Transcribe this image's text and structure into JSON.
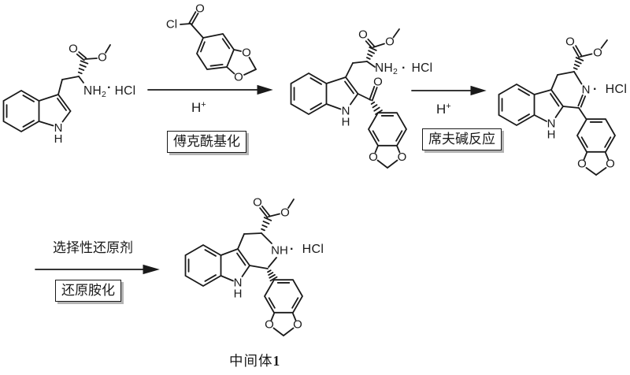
{
  "colors": {
    "ink": "#1a1a1a",
    "background": "#ffffff",
    "box_shadow": "#b4b4b4"
  },
  "atoms": {
    "oxygen": "O",
    "nitrogen": "N",
    "hydrogen": "H",
    "chlorine": "Cl",
    "nh": "NH"
  },
  "structure_a": {
    "salt_pre": "NH",
    "salt_sub": "2",
    "salt_dot": "·",
    "salt_rest": "HCl"
  },
  "structure_b": {
    "salt_pre": "NH",
    "salt_sub": "2",
    "salt_dot": "·",
    "salt_rest": "HCl"
  },
  "structure_c": {
    "salt_dot": "·",
    "salt_rest": "HCl"
  },
  "structure_d": {
    "salt_dot": "·",
    "salt_rest": "HCl"
  },
  "step1": {
    "condition": "H",
    "condition_sup": "+",
    "box_label": "傅克酰基化"
  },
  "step2": {
    "condition": "H",
    "condition_sup": "+",
    "box_label": "席夫碱反应"
  },
  "step3": {
    "reagent": "选择性还原剂",
    "box_label": "还原胺化"
  },
  "caption": {
    "name": "中间体",
    "number": "1"
  }
}
